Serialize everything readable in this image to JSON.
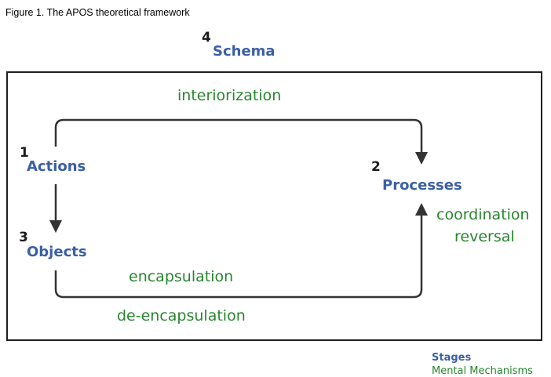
{
  "caption": "Figure 1. The APOS theoretical framework",
  "stages": {
    "schema": {
      "number": "4",
      "label": "Schema"
    },
    "actions": {
      "number": "1",
      "label": "Actions"
    },
    "processes": {
      "number": "2",
      "label": "Processes"
    },
    "objects": {
      "number": "3",
      "label": "Objects"
    }
  },
  "mechanisms": {
    "interiorization": "interiorization",
    "coordination": "coordination",
    "reversal": "reversal",
    "encapsulation": "encapsulation",
    "de_encapsulation": "de-encapsulation"
  },
  "legend": {
    "stages": "Stages",
    "mental_mechanisms": "Mental Mechanisms"
  },
  "colors": {
    "stage": "#3a5fa6",
    "mechanism": "#27862e",
    "number": "#1a1a1a",
    "arrow": "#333333",
    "frame": "#1f1f1f"
  }
}
